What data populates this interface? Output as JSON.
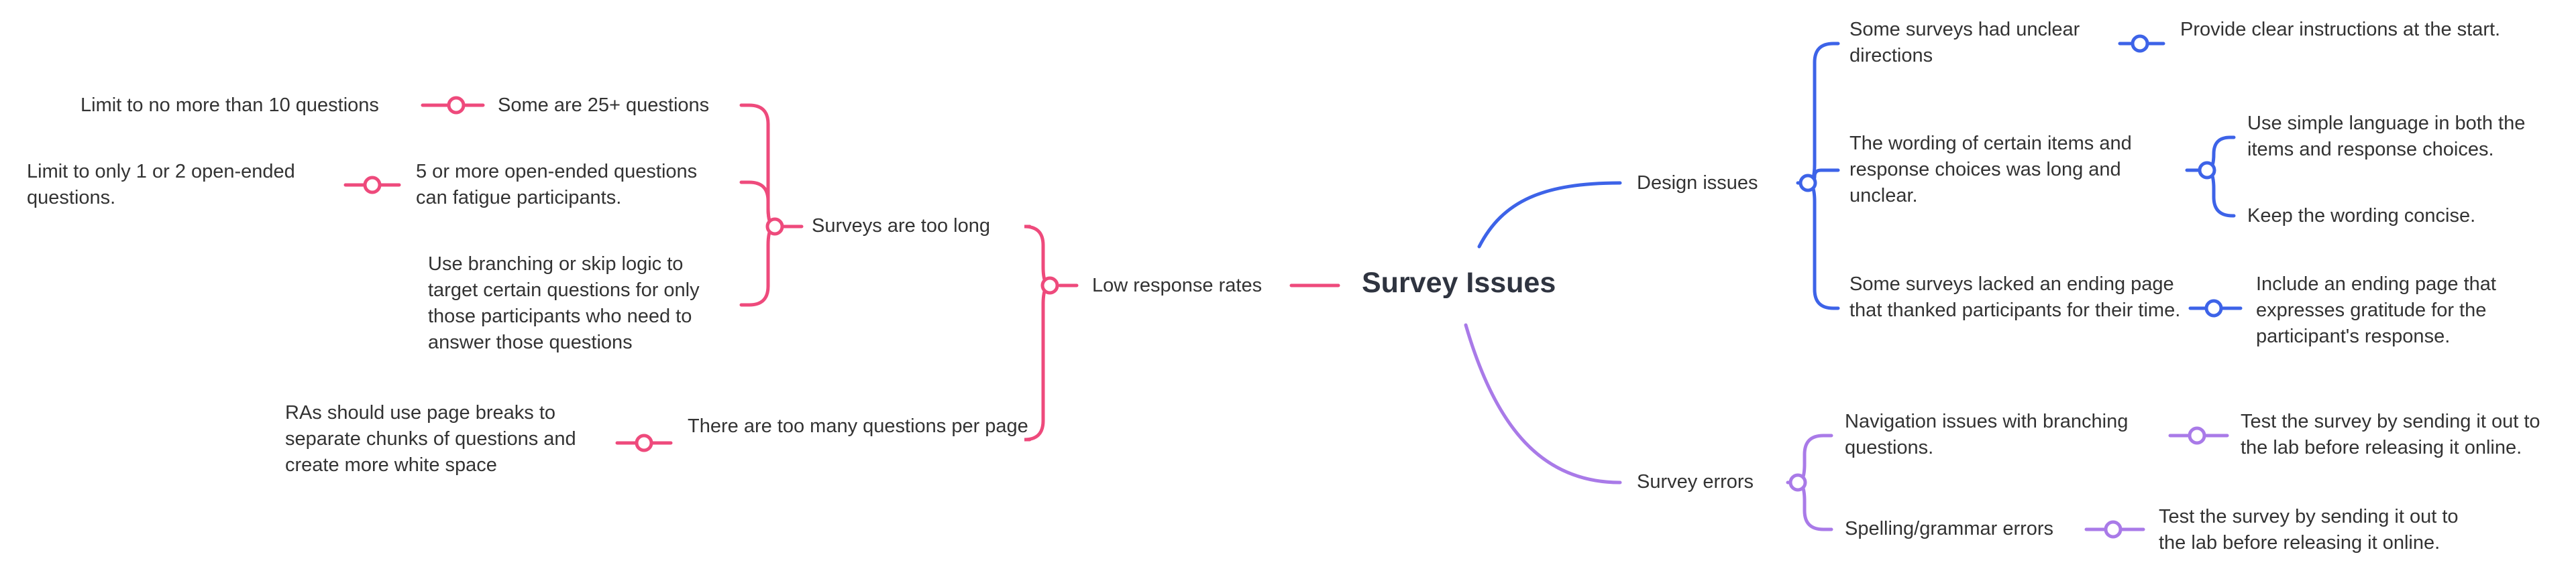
{
  "root": {
    "label": "Survey Issues"
  },
  "colors": {
    "pink": "#ee4a7c",
    "blue": "#3d63e8",
    "purple": "#a97ae8",
    "text": "#333333"
  },
  "left": {
    "low_response": {
      "label": "Low response rates",
      "too_long": {
        "label": "Surveys are too long",
        "items": [
          {
            "label": "Some are 25+ questions",
            "fix": "Limit to no more than 10 questions"
          },
          {
            "label": "5 or more open-ended questions can fatigue participants.",
            "fix": "Limit to only 1 or 2 open-ended questions."
          },
          {
            "label": "Use branching or skip logic to target certain questions for only those participants who need to answer those questions"
          }
        ]
      },
      "too_many": {
        "label": "There are too many questions per page",
        "fix": "RAs should use page breaks to separate chunks of questions and create more white space"
      }
    }
  },
  "right": {
    "design": {
      "label": "Design issues",
      "items": [
        {
          "label": "Some surveys had unclear directions",
          "fixes": [
            "Provide clear instructions at the start."
          ]
        },
        {
          "label": "The wording of certain items and response choices was long and unclear.",
          "fixes": [
            "Use simple language in both the items and response choices.",
            "Keep the wording concise."
          ]
        },
        {
          "label": "Some surveys lacked an ending page that thanked participants for their time.",
          "fixes": [
            "Include an ending page that expresses gratitude for the participant's response."
          ]
        }
      ]
    },
    "errors": {
      "label": "Survey errors",
      "items": [
        {
          "label": "Navigation issues with branching questions.",
          "fixes": [
            "Test the survey by sending it out to the lab before releasing it online."
          ]
        },
        {
          "label": "Spelling/grammar errors",
          "fixes": [
            "Test the survey by sending it out to the lab before releasing it online."
          ]
        }
      ]
    }
  }
}
